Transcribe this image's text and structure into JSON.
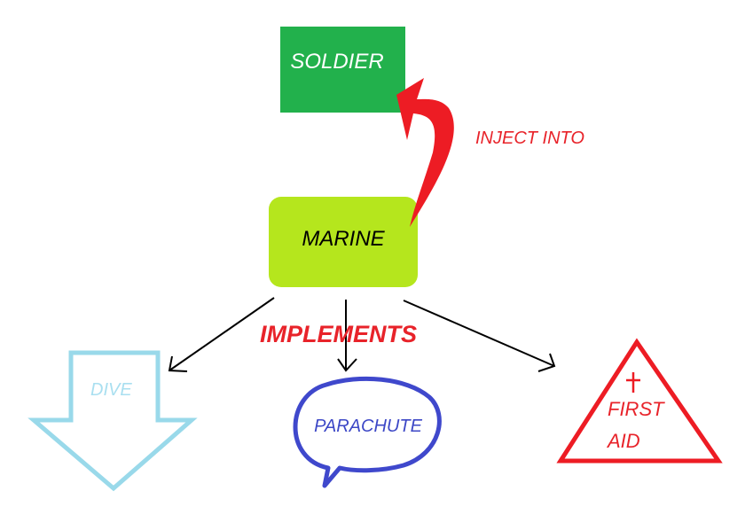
{
  "diagram": {
    "soldier": {
      "label": "SOLDIER",
      "color": "#22b14c"
    },
    "marine": {
      "label": "MARINE",
      "color": "#b5e61d"
    },
    "inject_arrow": {
      "label": "INJECT INTO",
      "color": "#ed1c24"
    },
    "implements": {
      "label": "IMPLEMENTS",
      "color": "#ed1c24"
    },
    "capabilities": {
      "dive": {
        "label": "DIVE",
        "shape": "down-arrow",
        "color": "#99d9ea"
      },
      "parachute": {
        "label": "PARACHUTE",
        "shape": "speech-bubble",
        "color": "#3f48cc"
      },
      "first_aid": {
        "line1": "FIRST",
        "line2": "AID",
        "symbol": "cross",
        "shape": "triangle",
        "color": "#ed1c24"
      }
    }
  }
}
